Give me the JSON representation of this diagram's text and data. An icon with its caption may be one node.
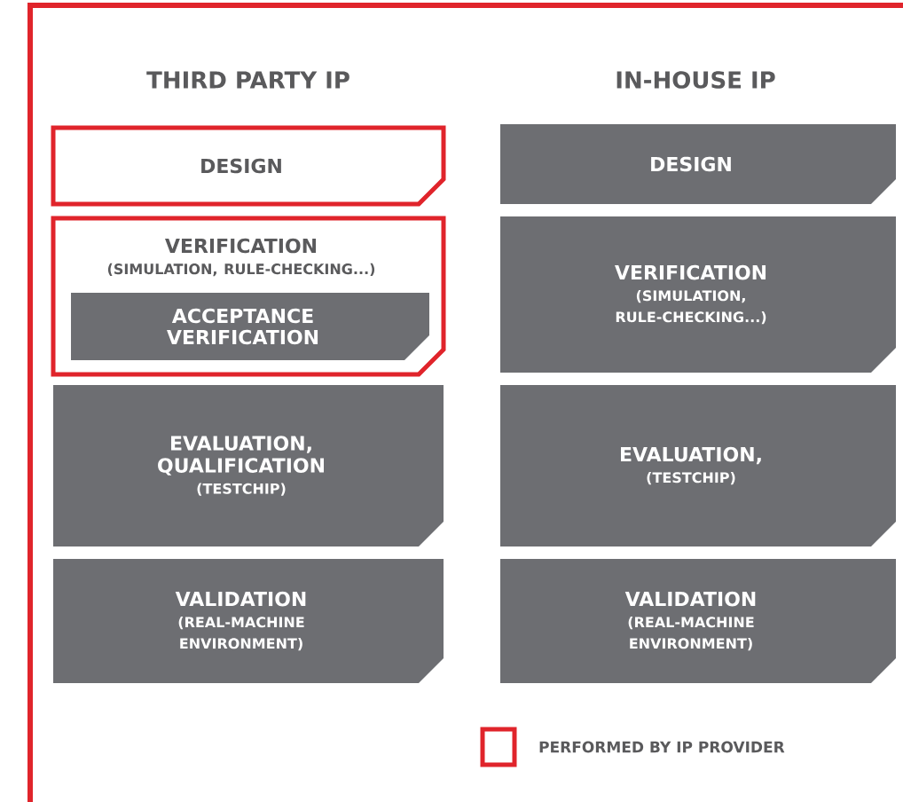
{
  "diagram": {
    "nodes": [
      {
        "text": [
          "DESIGN"
        ]
      },
      {
        "text": [
          "VERIFICATION",
          "(SIMULATION, RULE-CHECKING...)"
        ]
      },
      {
        "text": [
          "ACCEPTANCE VERIFICATION"
        ],
        "in": 1
      },
      {
        "text": [
          "EVALUATION, QUALIFICATION",
          "(TESTCHIP)"
        ]
      },
      {
        "text": [
          "VALIDATION",
          "(REAL-MACHINE ENVIRONMENT)"
        ]
      },
      {
        "text": [
          "DESIGN"
        ]
      },
      {
        "text": [
          "VERIFICATION",
          "(SIMULATION, RULE-CHECKING...)"
        ]
      },
      {
        "text": [
          "EVALUATION,",
          "(TESTCHIP)"
        ]
      },
      {
        "text": [
          "VALIDATION",
          "(REAL-MACHINE ENVIRONMENT)"
        ]
      }
    ],
    "labels": [
      "THIRD PARTY IP",
      "IN-HOUSE IP"
    ],
    "legend": [
      {
        "text": "PERFORMED BY IP PROVIDER"
      }
    ]
  }
}
